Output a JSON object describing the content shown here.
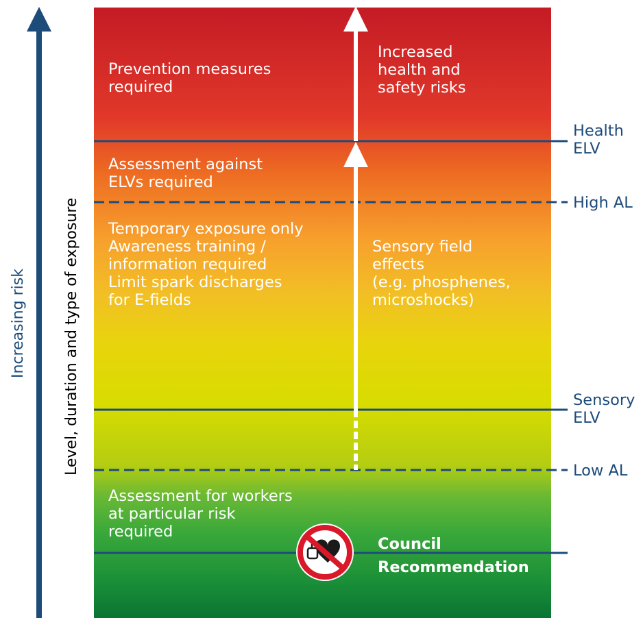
{
  "axis": {
    "outer_label": "Increasing risk",
    "inner_label": "Level, duration and type of exposure"
  },
  "zones": {
    "prevention": "Prevention measures\nrequired",
    "assessment_elv": "Assessment against\nELVs required",
    "temporary": "Temporary exposure only\nAwareness training /\ninformation required\nLimit spark discharges\nfor E-fields",
    "workers_risk": "Assessment for workers\nat particular risk\nrequired"
  },
  "effects": {
    "health": "Increased\nhealth and\nsafety risks",
    "sensory": "Sensory field\neffects\n(e.g. phosphenes,\nmicroshocks)"
  },
  "levels": {
    "health_elv": "Health\nELV",
    "high_al": "High AL",
    "sensory_elv": "Sensory\nELV",
    "low_al": "Low AL"
  },
  "council": {
    "label": "Council\nRecommendation",
    "icon": "no-pacemaker-sign-icon"
  },
  "colors": {
    "line": "#1d4b7a",
    "top": "#c41b25",
    "bottom": "#0a7433",
    "sign_red": "#d9182a"
  }
}
